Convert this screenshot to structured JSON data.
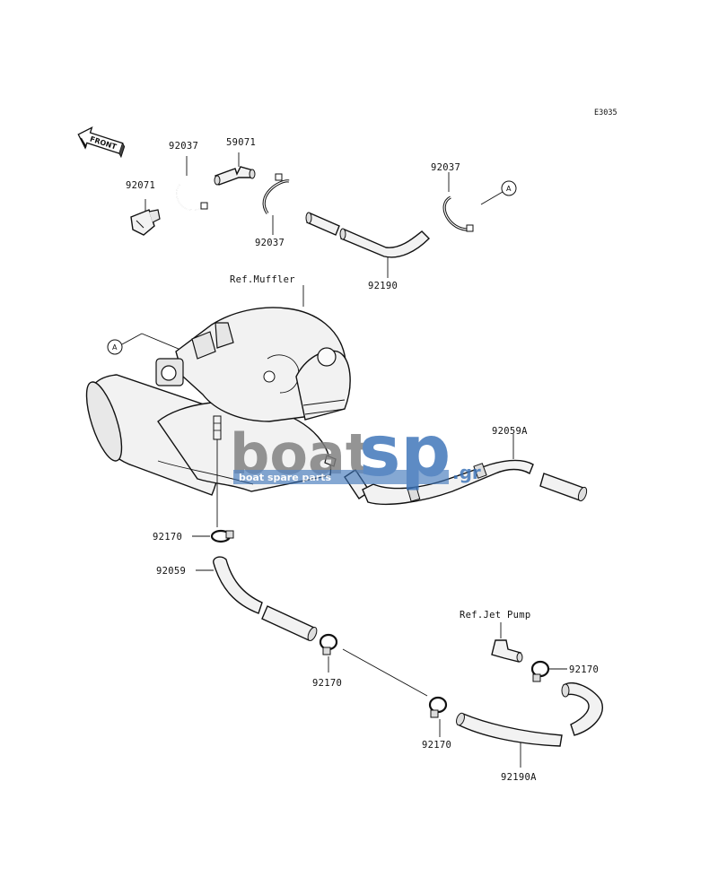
{
  "diagram": {
    "code": "E3035",
    "front_label": "FRONT",
    "labels": {
      "p92037_a": "92037",
      "p59071": "59071",
      "p92071": "92071",
      "p92037_b": "92037",
      "p92037_c": "92037",
      "p92190": "92190",
      "ref_muffler": "Ref.Muffler",
      "p92059A": "92059A",
      "p92170_a": "92170",
      "p92059": "92059",
      "ref_jet_pump": "Ref.Jet Pump",
      "p92170_b": "92170",
      "p92170_c": "92170",
      "p92170_d": "92170",
      "p92190A": "92190A"
    },
    "callouts": {
      "a1": "A",
      "a2": "A"
    }
  },
  "watermark": {
    "brand_left": "boat",
    "brand_right": "sp",
    "suffix": ".gr",
    "tagline": "boat spare parts",
    "color_gray": "#7d7d7d",
    "color_blue": "#3a72b8"
  }
}
